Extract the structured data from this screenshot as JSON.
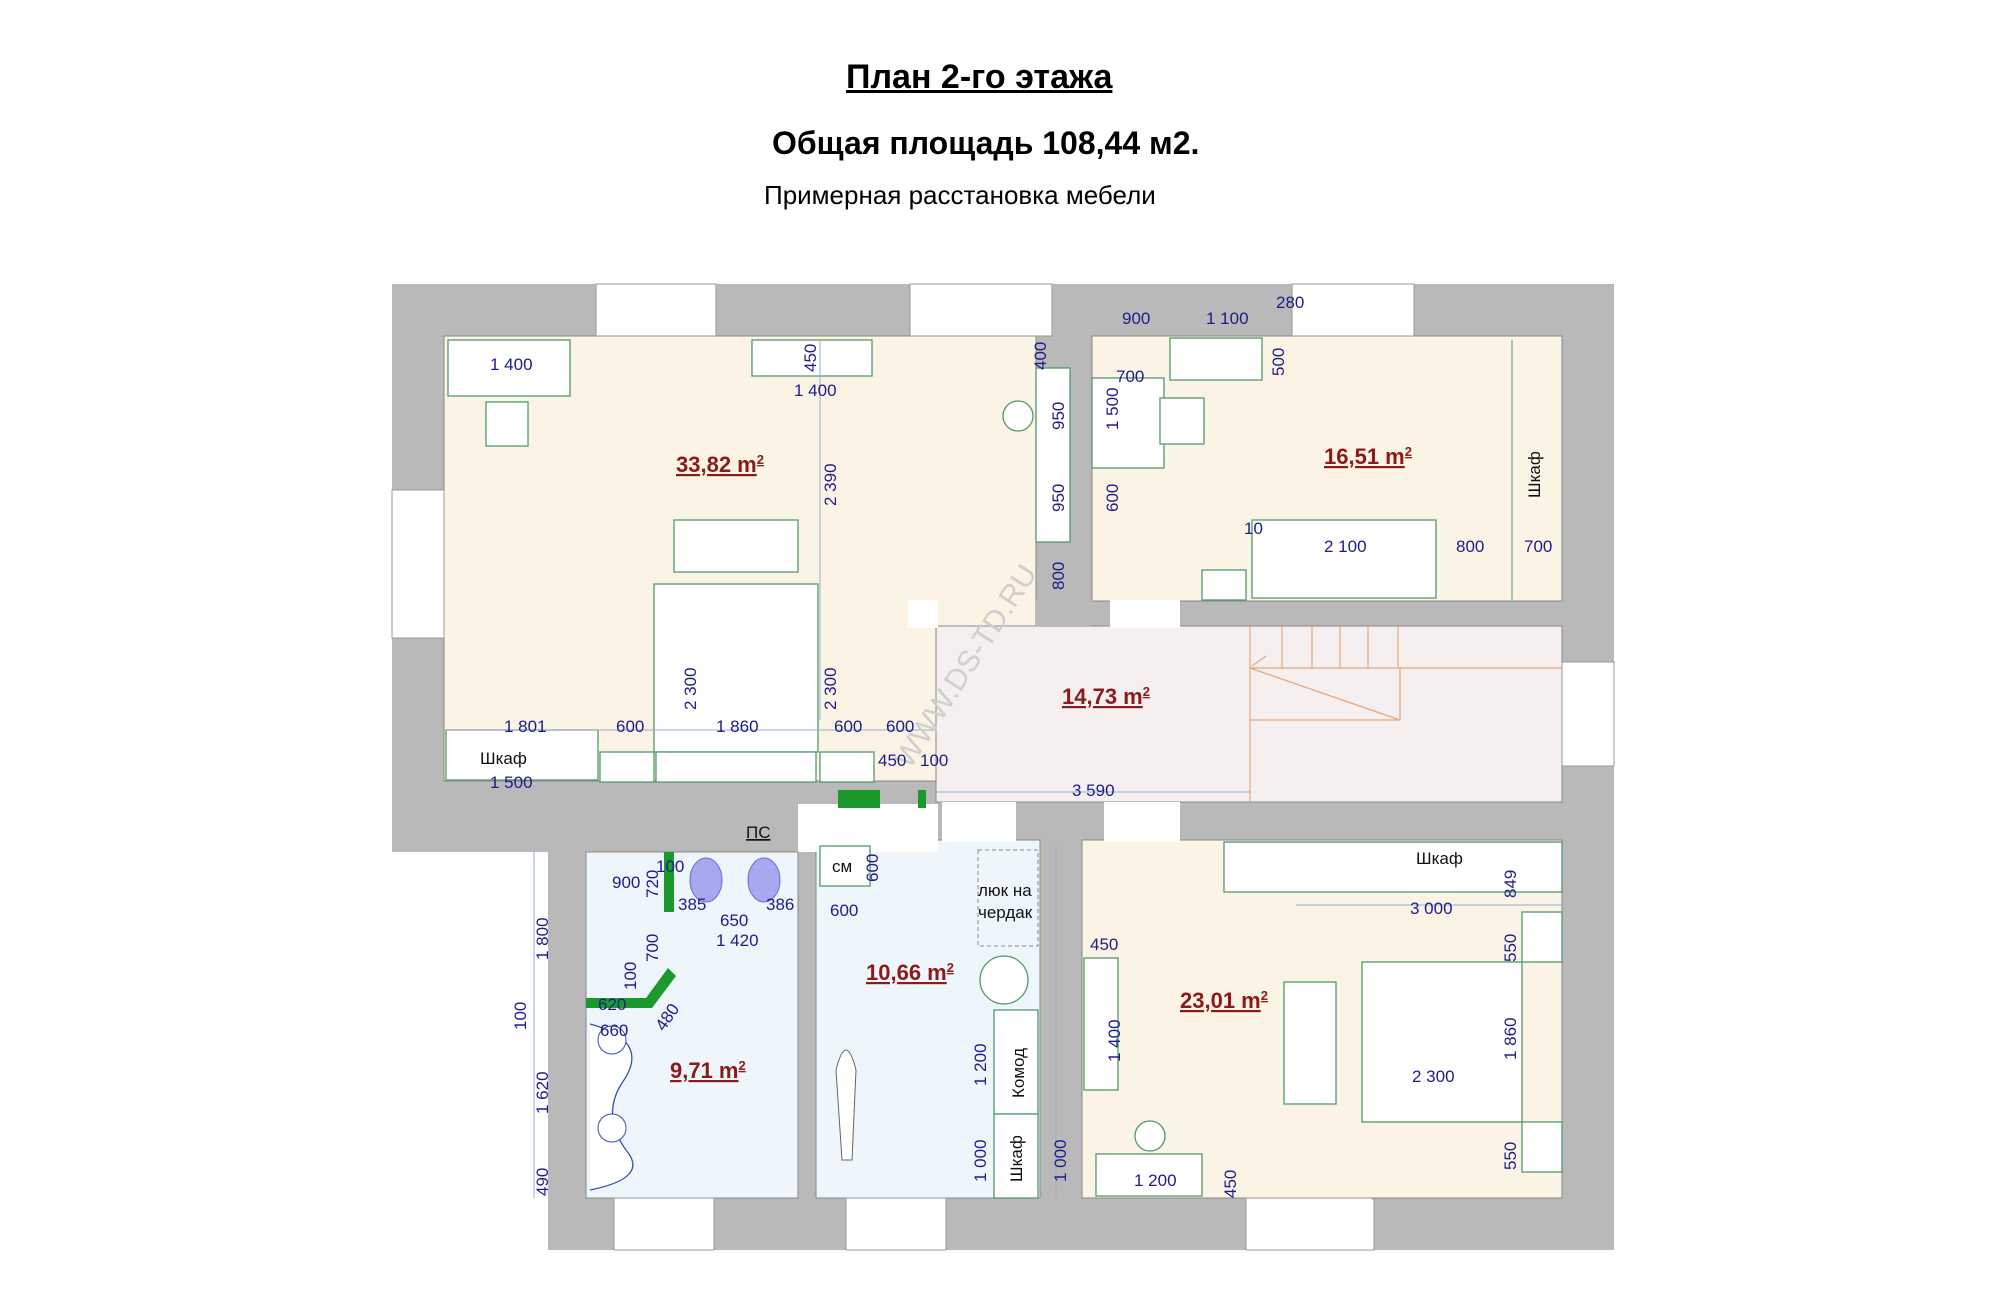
{
  "header": {
    "title": "План 2-го этажа",
    "subtitle": "Общая площадь  108,44 м2.",
    "note": "Примерная расстановка мебели"
  },
  "watermark": "WWW.DS-TD.RU",
  "colors": {
    "wall": "#b9b9b9",
    "room_warm": "#fbf4e4",
    "room_bath": "#eef5fb",
    "room_hall": "#f6efef",
    "area_text": "#8b1a1a",
    "dimension_text": "#1c1c8c",
    "riser_green": "#1a9a2c",
    "furniture_outline": "#4f9a6b"
  },
  "rooms": {
    "bedroom_large": "33,82 m",
    "cabinet": "16,51 m",
    "hall": "14,73 m",
    "bathroom": "9,71 m",
    "laundry": "10,66 m",
    "bedroom_small": "23,01 m",
    "sup": "2"
  },
  "labels": {
    "wardrobe": "Шкаф",
    "riser": "ПС",
    "washer": "см",
    "attic_hatch_1": "люк на",
    "attic_hatch_2": "чердак",
    "dresser": "Комод"
  },
  "dimensions": {
    "d1400a": "1 400",
    "d450a": "450",
    "d1400b": "1 400",
    "d400": "400",
    "d950a": "950",
    "d950b": "950",
    "d2390": "2 390",
    "d800a": "800",
    "d2300a": "2 300",
    "d2300b": "2 300",
    "d1801": "1 801",
    "d600a": "600",
    "d1860a": "1 860",
    "d600b": "600",
    "d600c": "600",
    "d1500a": "1 500",
    "d450b": "450",
    "d100a": "100",
    "d900a": "900",
    "d1100": "1 100",
    "d280": "280",
    "d700a": "700",
    "d1500b": "1 500",
    "d500": "500",
    "d600d": "600",
    "d10": "10",
    "d2100": "2 100",
    "d800b": "800",
    "d700b": "700",
    "d3590": "3 590",
    "d100b": "100",
    "d900b": "900",
    "d720": "720",
    "d385": "385",
    "d386": "386",
    "d650": "650",
    "d1420": "1 420",
    "d700c": "700",
    "d100c": "100",
    "d620": "620",
    "d480": "480",
    "d660": "660",
    "d1800": "1 800",
    "d100d": "100",
    "d1620": "1 620",
    "d490": "490",
    "d600e": "600",
    "d600f": "600",
    "d1200a": "1 200",
    "d1000a": "1 000",
    "d1000b": "1 000",
    "d849": "849",
    "d3000": "3 000",
    "d450c": "450",
    "d550a": "550",
    "d1400c": "1 400",
    "d1860b": "1 860",
    "d2300c": "2 300",
    "d550b": "550",
    "d1200b": "1 200",
    "d450d": "450"
  }
}
